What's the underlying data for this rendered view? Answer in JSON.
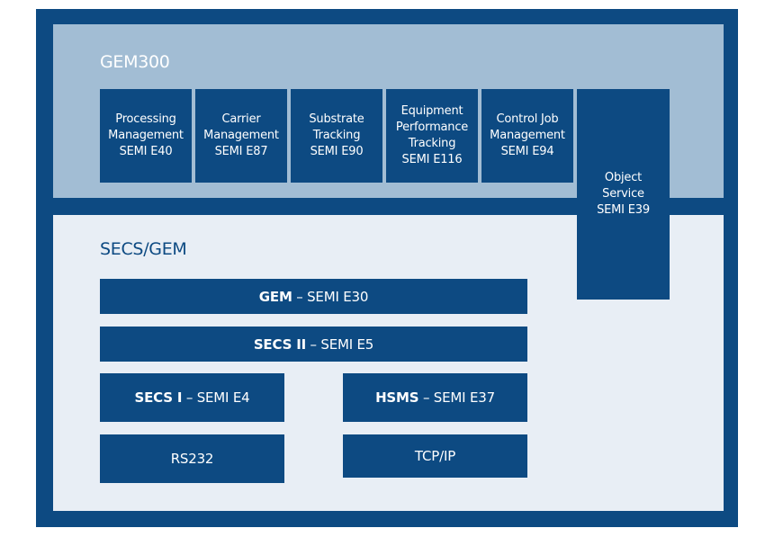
{
  "gem300": {
    "title": "GEM300",
    "modules": [
      {
        "lines": [
          "Processing",
          "Management",
          "SEMI E40"
        ]
      },
      {
        "lines": [
          "Carrier",
          "Management",
          "SEMI E87"
        ]
      },
      {
        "lines": [
          "Substrate",
          "Tracking",
          "SEMI E90"
        ]
      },
      {
        "lines": [
          "Equipment",
          "Performance",
          "Tracking",
          "SEMI E116"
        ]
      },
      {
        "lines": [
          "Control Job",
          "Management",
          "SEMI E94"
        ]
      }
    ],
    "object_service": {
      "lines": [
        "Object",
        "Service",
        "SEMI E39"
      ]
    }
  },
  "secs_gem": {
    "title": "SECS/GEM",
    "gem": {
      "name": "GEM",
      "standard": " – SEMI E30"
    },
    "secs2": {
      "name": "SECS II",
      "standard": " – SEMI E5"
    },
    "secs1": {
      "name": "SECS I",
      "standard": " – SEMI E4"
    },
    "hsms": {
      "name": "HSMS",
      "standard": " – SEMI E37"
    },
    "rs232": {
      "label": "RS232"
    },
    "tcpip": {
      "label": "TCP/IP"
    }
  },
  "colors": {
    "frame": "#0d4a82",
    "gem300_panel": "#a2bdd4",
    "secs_gem_panel": "#e8eef5"
  }
}
